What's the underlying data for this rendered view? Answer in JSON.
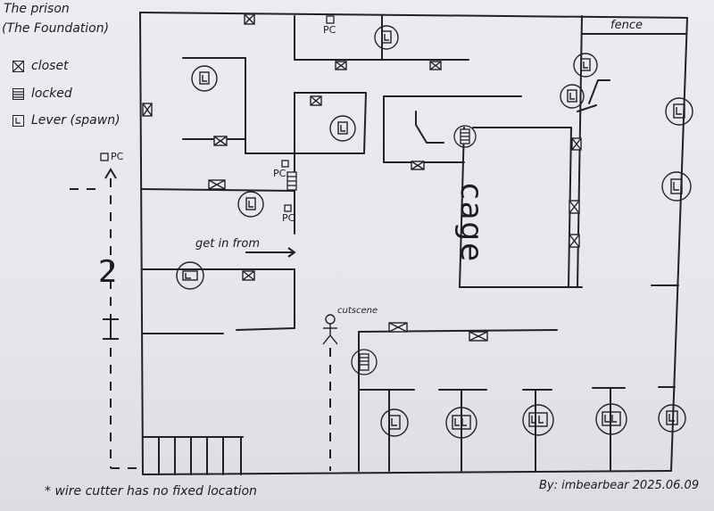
{
  "title": "The prison",
  "subtitle": "(The Foundation)",
  "legend": {
    "closet": "closet",
    "locked": "locked",
    "lever": "Lever (spawn)"
  },
  "labels": {
    "fence": "fence",
    "cage": "cage",
    "get_in_from": "get in from",
    "cutscene": "cutscene",
    "pc": "PC",
    "number_2": "2",
    "lever_symbol": "L",
    "double_lever_symbol": "LL"
  },
  "footer": {
    "note": "* wire cutter has no fixed location",
    "byline": "By: imbearbear 2025.06.09"
  },
  "colors": {
    "ink": "#1c1c1c",
    "paper": "#e9e9ef",
    "background": "#c9a77f"
  }
}
